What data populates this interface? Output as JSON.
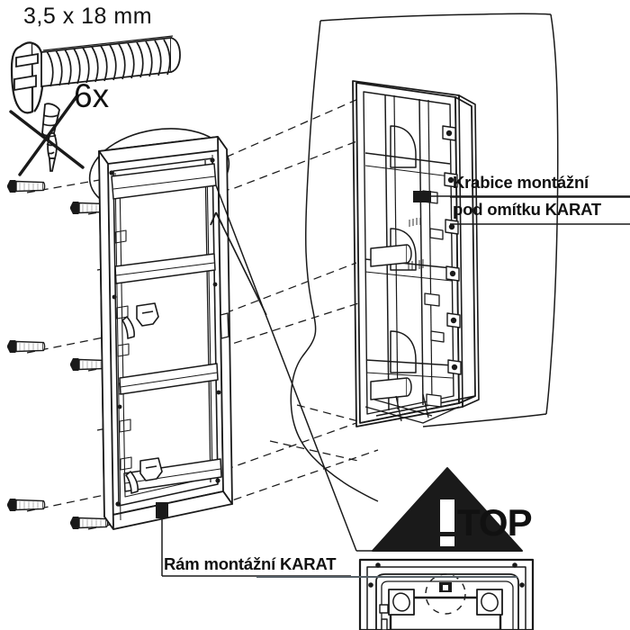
{
  "document": {
    "kind": "assembly-instruction-diagram",
    "product": "KARAT",
    "background_color": "#ffffff",
    "line_color": "#1a1a1a",
    "text_color": "#111111"
  },
  "fastener": {
    "dimension_label": "3,5 x 18 mm",
    "quantity_label": "6x",
    "screw_icon": "machine-screw-icon",
    "forbidden_icon": "crossed-out-wood-screw-icon",
    "count": 6
  },
  "labels": {
    "mounting_box_line1": "Krabice montážní",
    "mounting_box_line2": "pod omítku KARAT",
    "mounting_frame": "Rám montážní KARAT"
  },
  "warning": {
    "triangle_icon": "warning-triangle-icon",
    "exclamation": "!",
    "orientation_label": "TOP"
  },
  "parts": [
    {
      "id": "mounting-frame",
      "name": "Rám montážní KARAT",
      "position": "center-left"
    },
    {
      "id": "flush-mounting-box",
      "name": "Krabice montážní pod omítku KARAT",
      "position": "right"
    },
    {
      "id": "frame-top-detail",
      "name": "frame-top-detail-view",
      "position": "bottom-right"
    }
  ],
  "annotations": {
    "marker_box": "black-square-marker",
    "marker_frame": "black-square-marker",
    "callout_ellipse": "detail-callout-ellipse",
    "assembly_lines": "dashed-assembly-guides",
    "wall_outline": "wall-cutout-outline"
  }
}
